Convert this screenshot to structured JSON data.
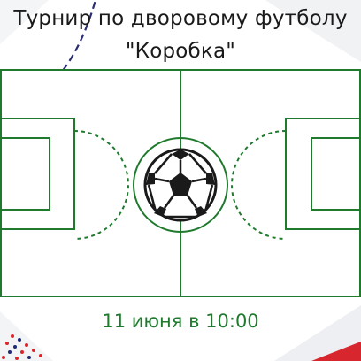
{
  "poster": {
    "title_line1": "Турнир по дворовому футболу",
    "title_line2": "\"Коробка\"",
    "date": "11 июня в 10:00"
  },
  "colors": {
    "pitch_green": "#ffffff",
    "line_green": "#1f7a2e",
    "title_text": "#1a1a1a",
    "dashed_curve": "#2b2e72",
    "accent_red": "#d8262e",
    "accent_navy": "#1e2a78",
    "decor_grey": "#eeeff2"
  },
  "icons": {
    "center": "soccer-ball-icon"
  }
}
